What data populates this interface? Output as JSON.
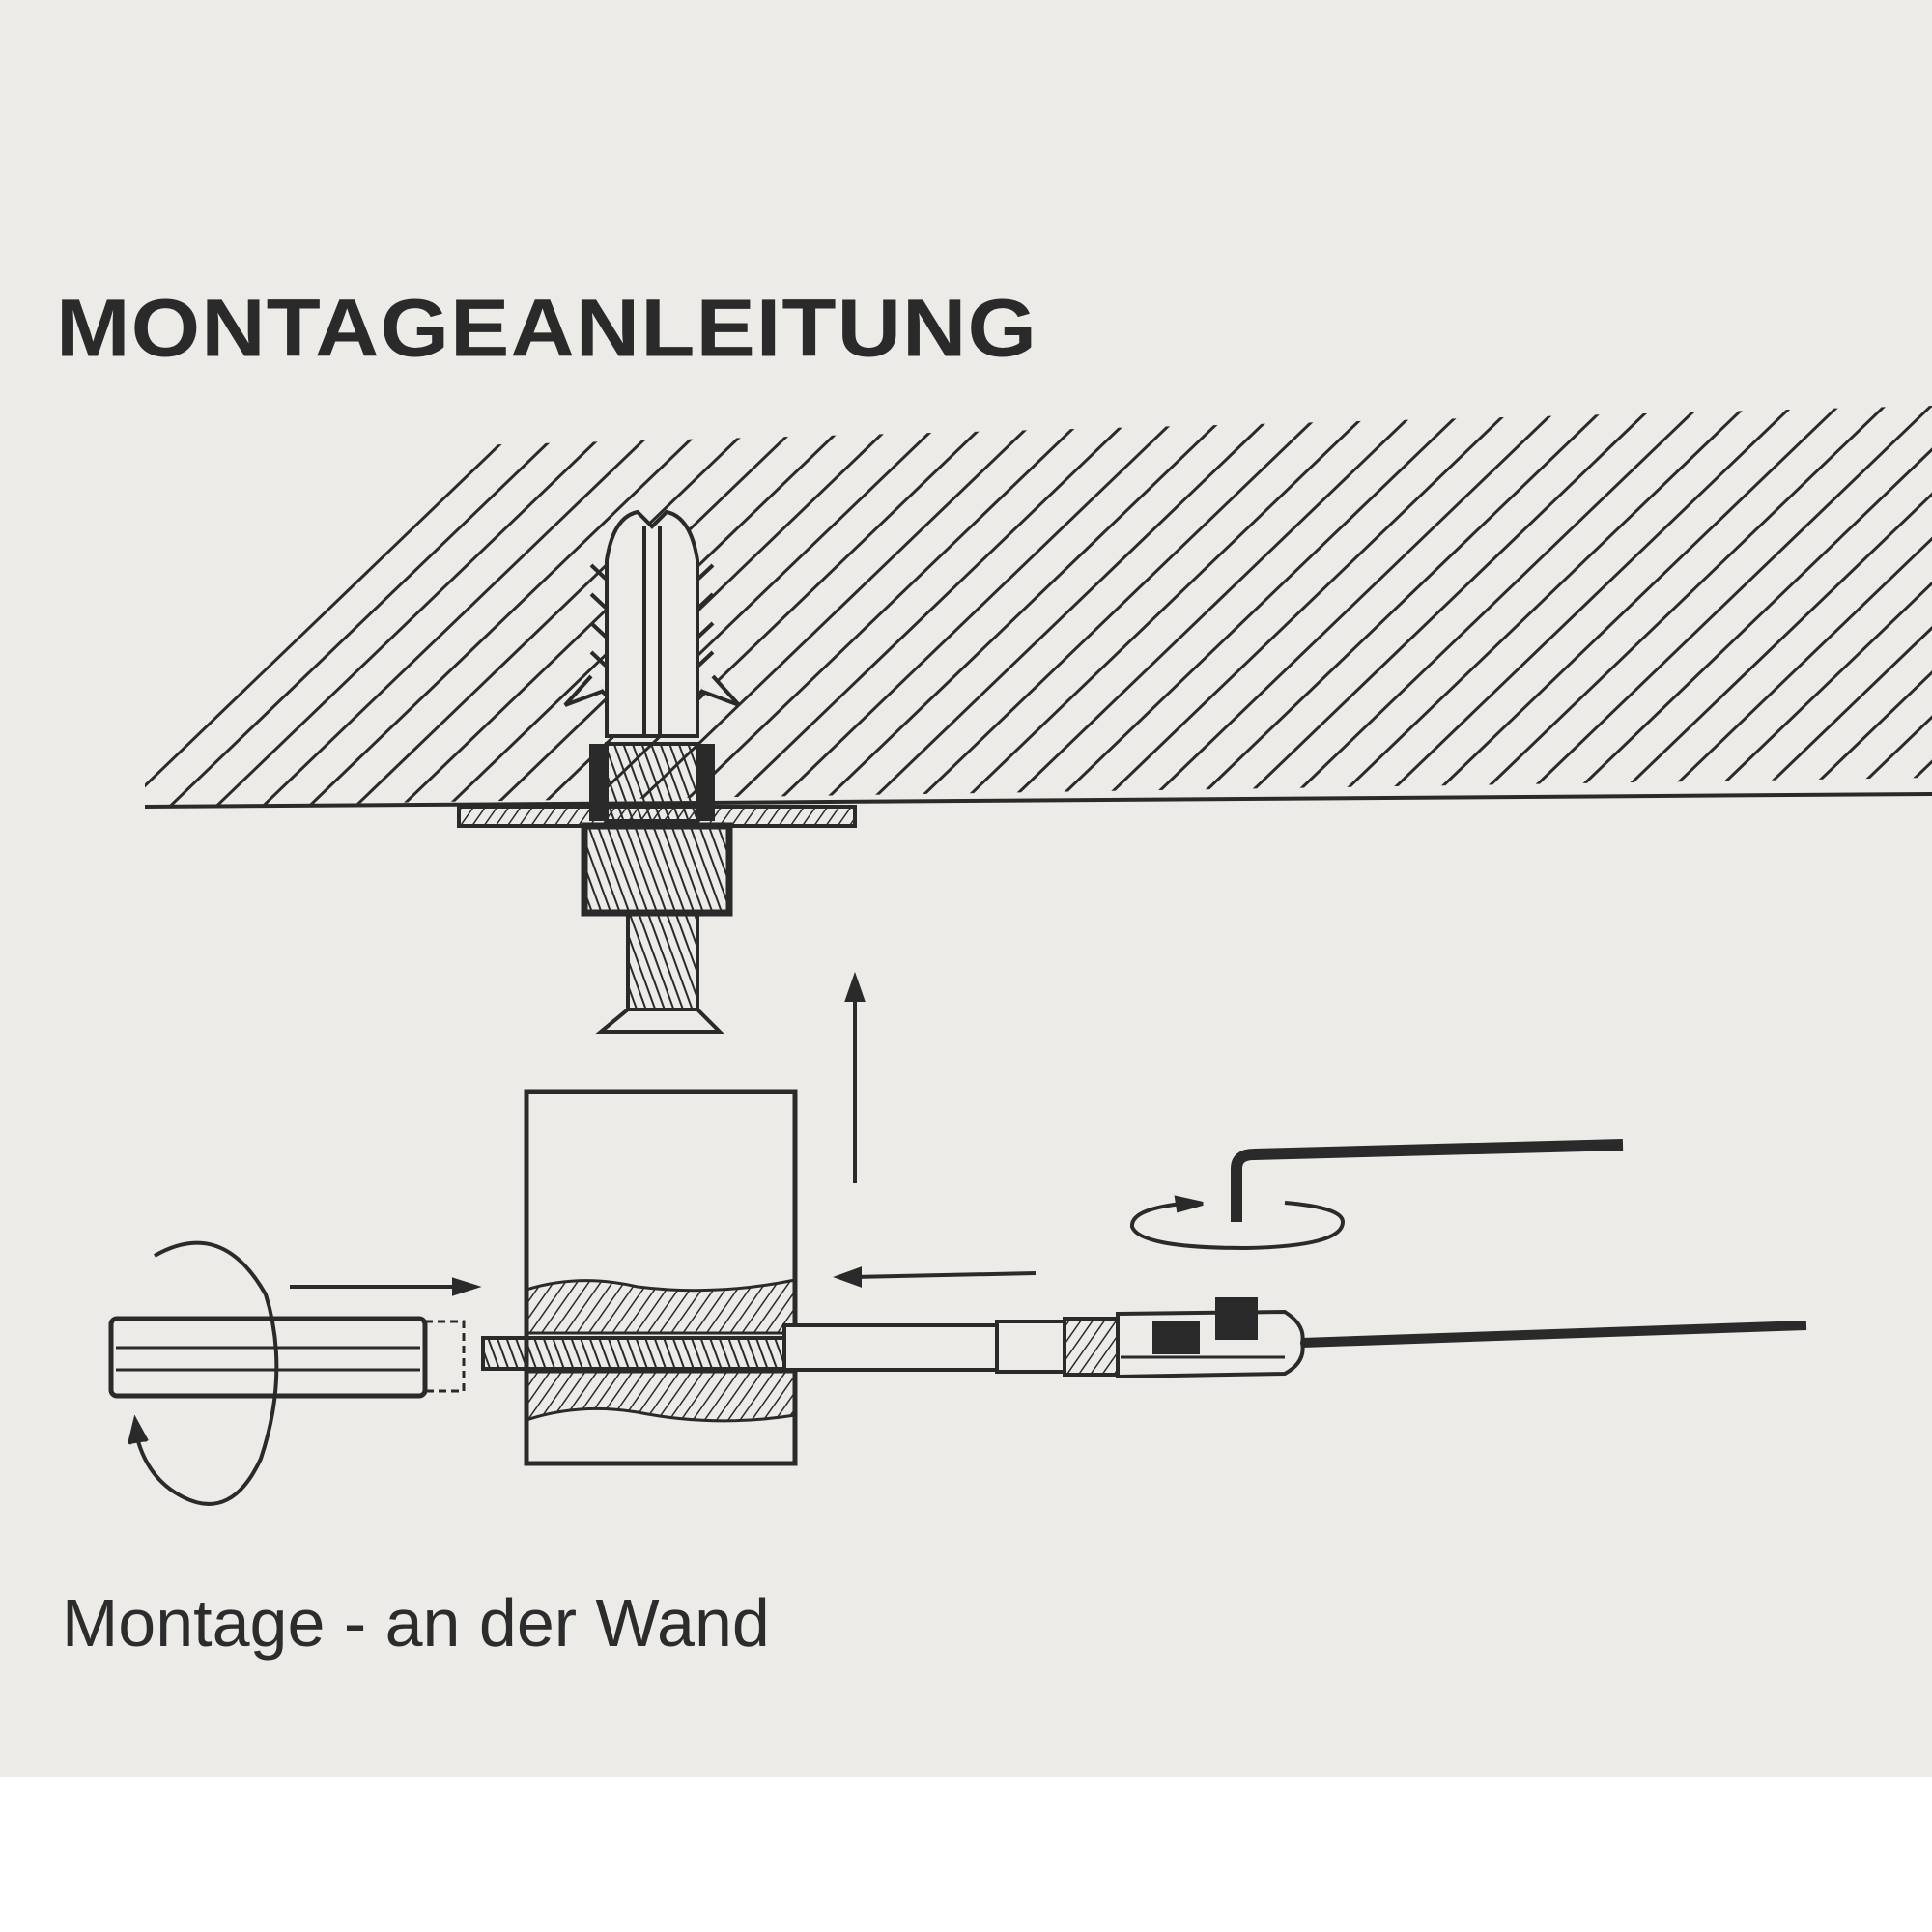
{
  "heading": {
    "title": "MONTAGEANLEITUNG"
  },
  "caption": {
    "text": "Montage - an der Wand"
  },
  "colors": {
    "paper": "#ecebe8",
    "ink": "#2a2a2a",
    "background": "#ffffff"
  },
  "parts": [
    "wall-hatching",
    "wall-plug",
    "mounting-plate",
    "spacer-nut",
    "countersunk-screw",
    "standoff-body",
    "threaded-rod",
    "hex-socket-wrench",
    "wire-rope-terminal",
    "allen-key",
    "wire-rope"
  ]
}
